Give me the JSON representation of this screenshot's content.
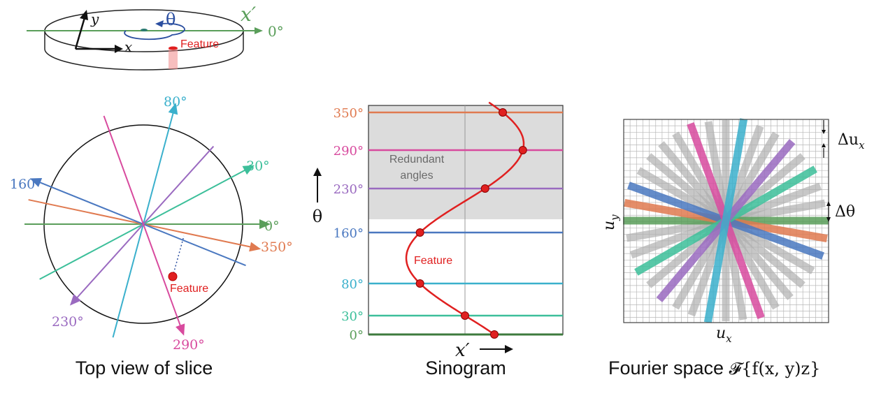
{
  "colors": {
    "a0": "#5a9e5a",
    "a30": "#3cbf9a",
    "a80": "#3ab0cc",
    "a160": "#4a78c0",
    "a230": "#9a6ac0",
    "a290": "#d84a9e",
    "a350": "#e07a50",
    "feature": "#e02020",
    "featureFill": "#f08888",
    "grey": "#9a9a9a",
    "shade": "#dcdcdc",
    "axis": "#111111",
    "thetaBlue": "#2a4ea0"
  },
  "slice3d": {
    "y_label": "y",
    "x_label": "x",
    "theta_label": "θ",
    "xprime_label": "x′",
    "zero_label": "0°",
    "feature_label": "Feature"
  },
  "topview": {
    "caption": "Top view of slice",
    "feature_label": "Feature",
    "angle_labels": {
      "a0": "0°",
      "a30": "30°",
      "a80": "80°",
      "a160": "160°",
      "a230": "230°",
      "a290": "290°",
      "a350": "350°"
    }
  },
  "sinogram": {
    "caption": "Sinogram",
    "theta_axis_label": "θ",
    "x_axis_label": "x′",
    "redundant_label_line1": "Redundant",
    "redundant_label_line2": "angles",
    "feature_label": "Feature",
    "tick_labels": [
      "0°",
      "30°",
      "80°",
      "160°",
      "230°",
      "290°",
      "350°"
    ]
  },
  "fourier": {
    "caption_prefix": "Fourier space ",
    "caption_math": "𝓕{f(x, y)z}",
    "ux_label": "ux",
    "uy_label": "uy",
    "du_label": "Δux",
    "dtheta_label": "Δθ"
  }
}
